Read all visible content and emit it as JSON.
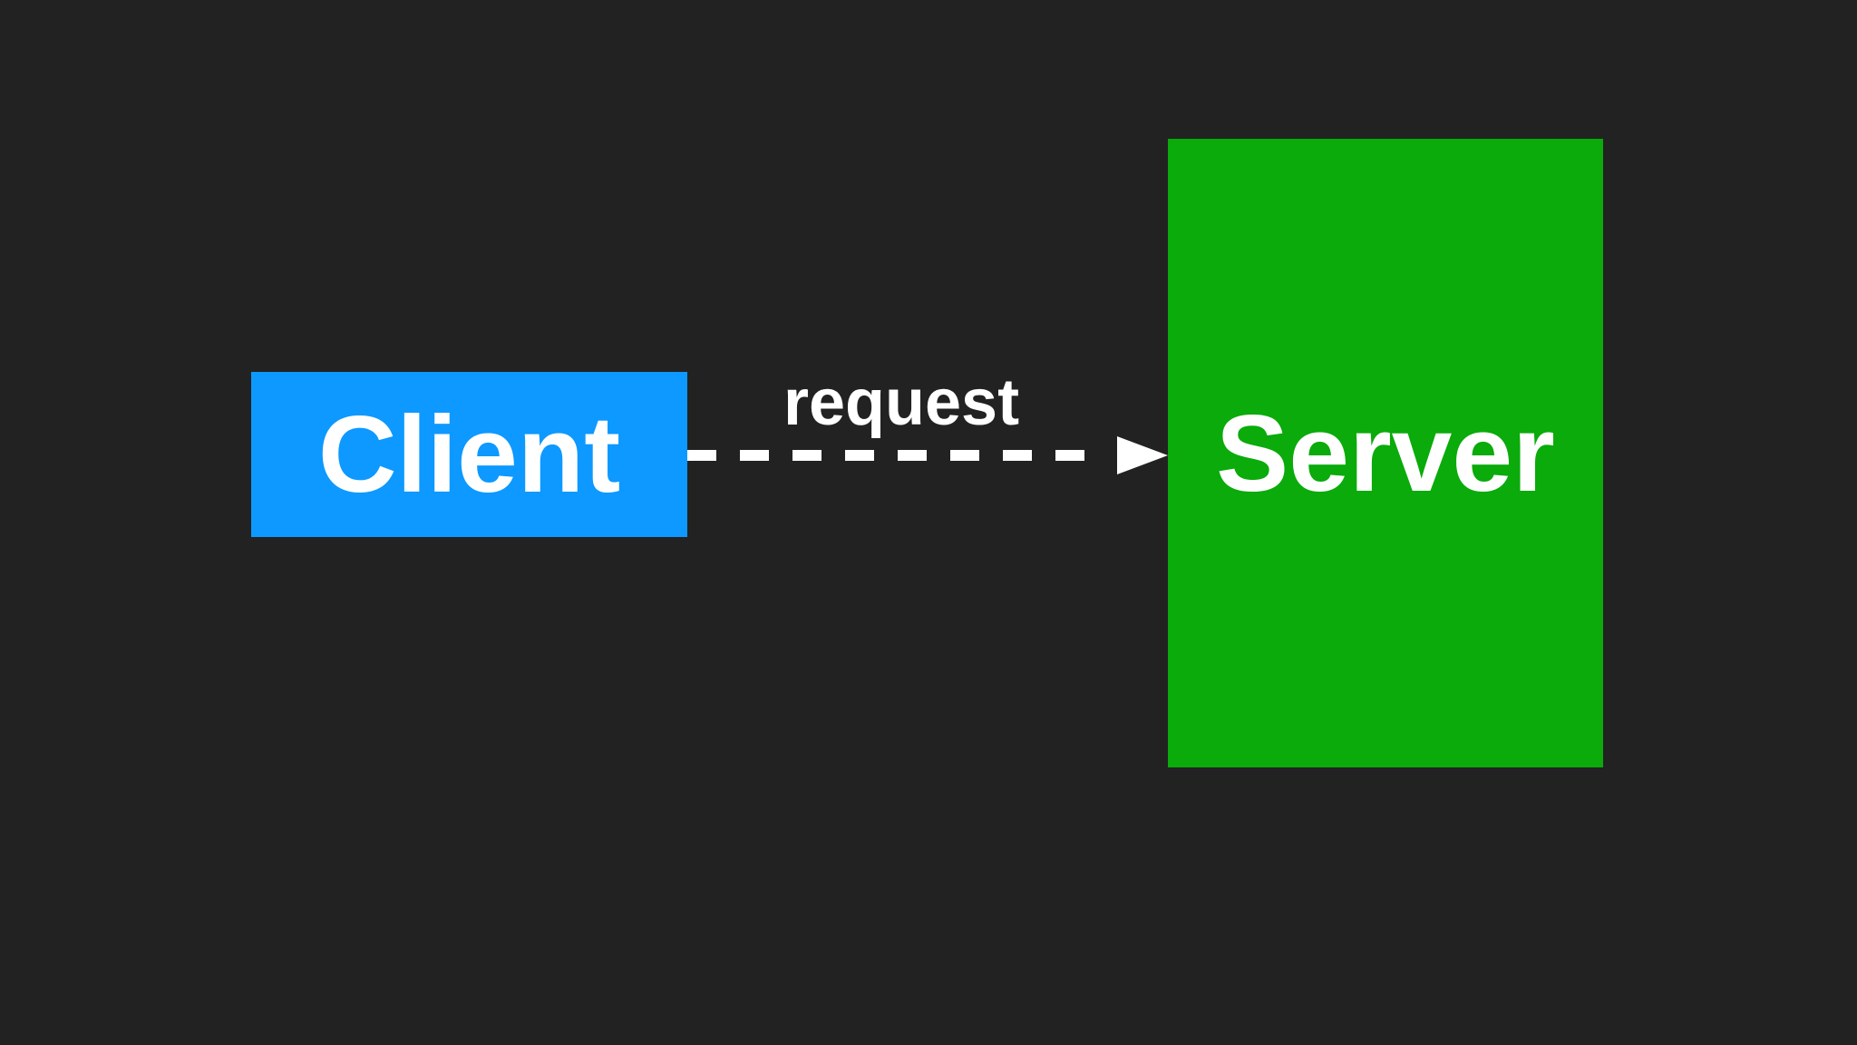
{
  "canvas": {
    "background_color": "#222222"
  },
  "colors": {
    "background": "#222222",
    "client_blue": "#0D99FF",
    "server_green": "#0AAB0A",
    "white": "#FFFFFF"
  },
  "diagram": {
    "client_node": {
      "label": "Client",
      "fill": "#0D99FF",
      "text_color": "#FFFFFF"
    },
    "server_node": {
      "label": "Server",
      "fill": "#0AAB0A",
      "text_color": "#FFFFFF"
    },
    "request_edge": {
      "label": "request",
      "color": "#FFFFFF",
      "line_style": "dashed",
      "direction": "client-to-server"
    }
  }
}
